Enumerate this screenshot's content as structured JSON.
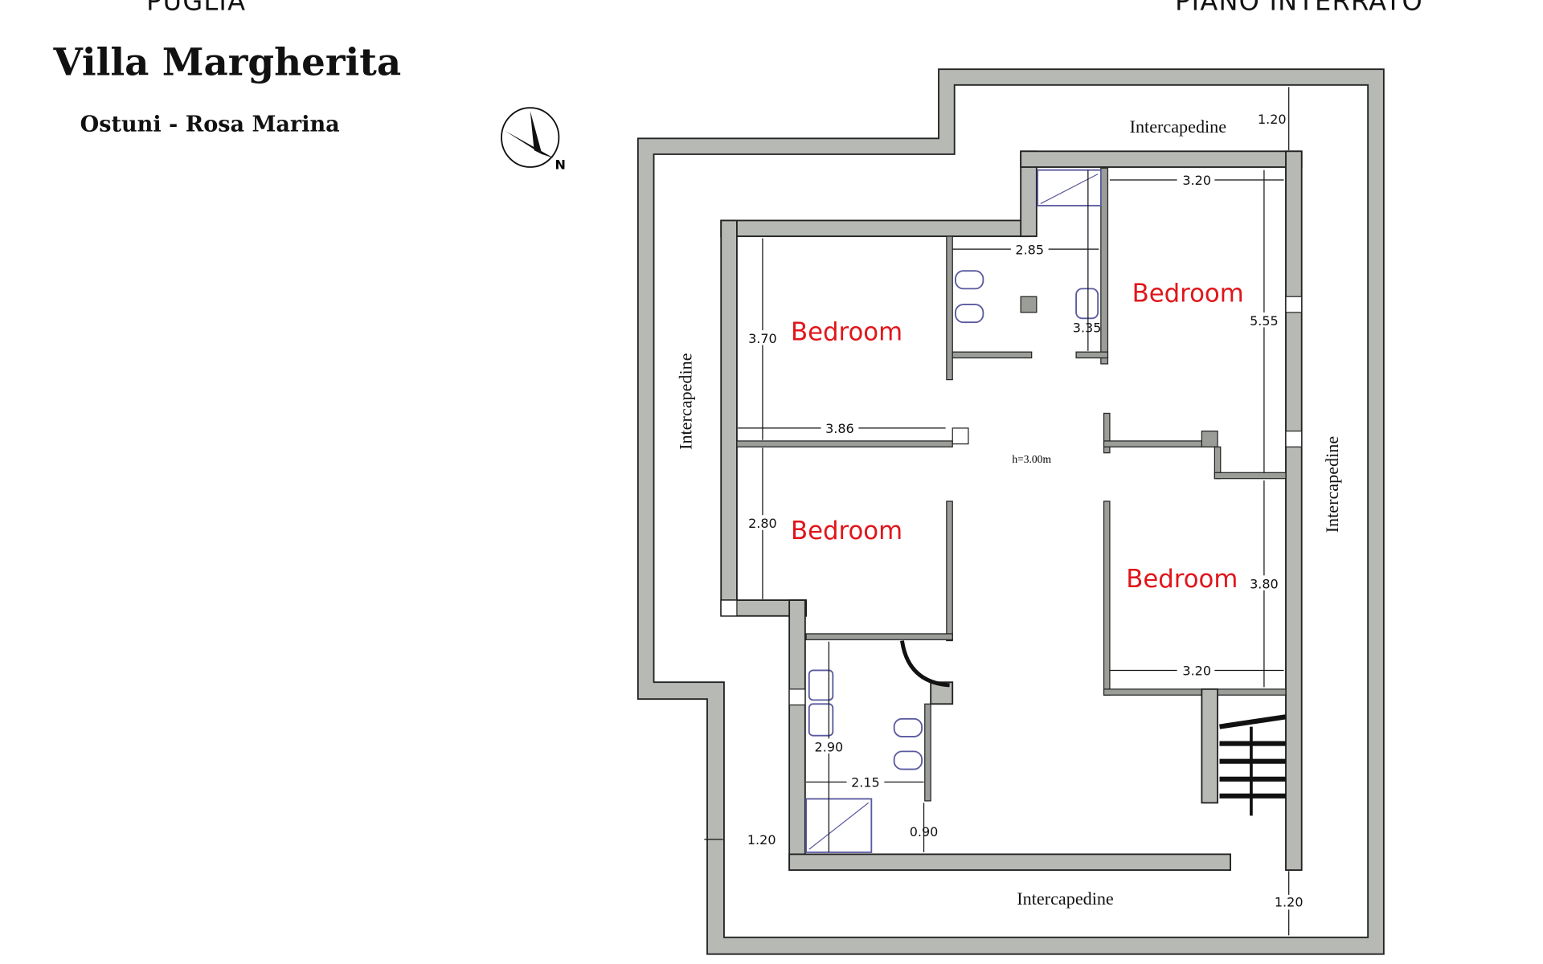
{
  "header": {
    "region": "PUGLIA",
    "title": "Villa Margherita",
    "location": "Ostuni - Rosa Marina",
    "floor": "PIANO INTERRATO"
  },
  "compass": {
    "label": "N"
  },
  "plan": {
    "gap_label": "Intercapedine",
    "height_note": "h=3.00m",
    "rooms": [
      "Bedroom",
      "Bedroom",
      "Bedroom",
      "Bedroom"
    ],
    "dimensions": [
      "1.20",
      "3.20",
      "2.85",
      "3.35",
      "5.55",
      "3.70",
      "3.86",
      "2.80",
      "3.80",
      "3.20",
      "2.90",
      "2.15",
      "0.90",
      "1.20",
      "1.20"
    ]
  }
}
